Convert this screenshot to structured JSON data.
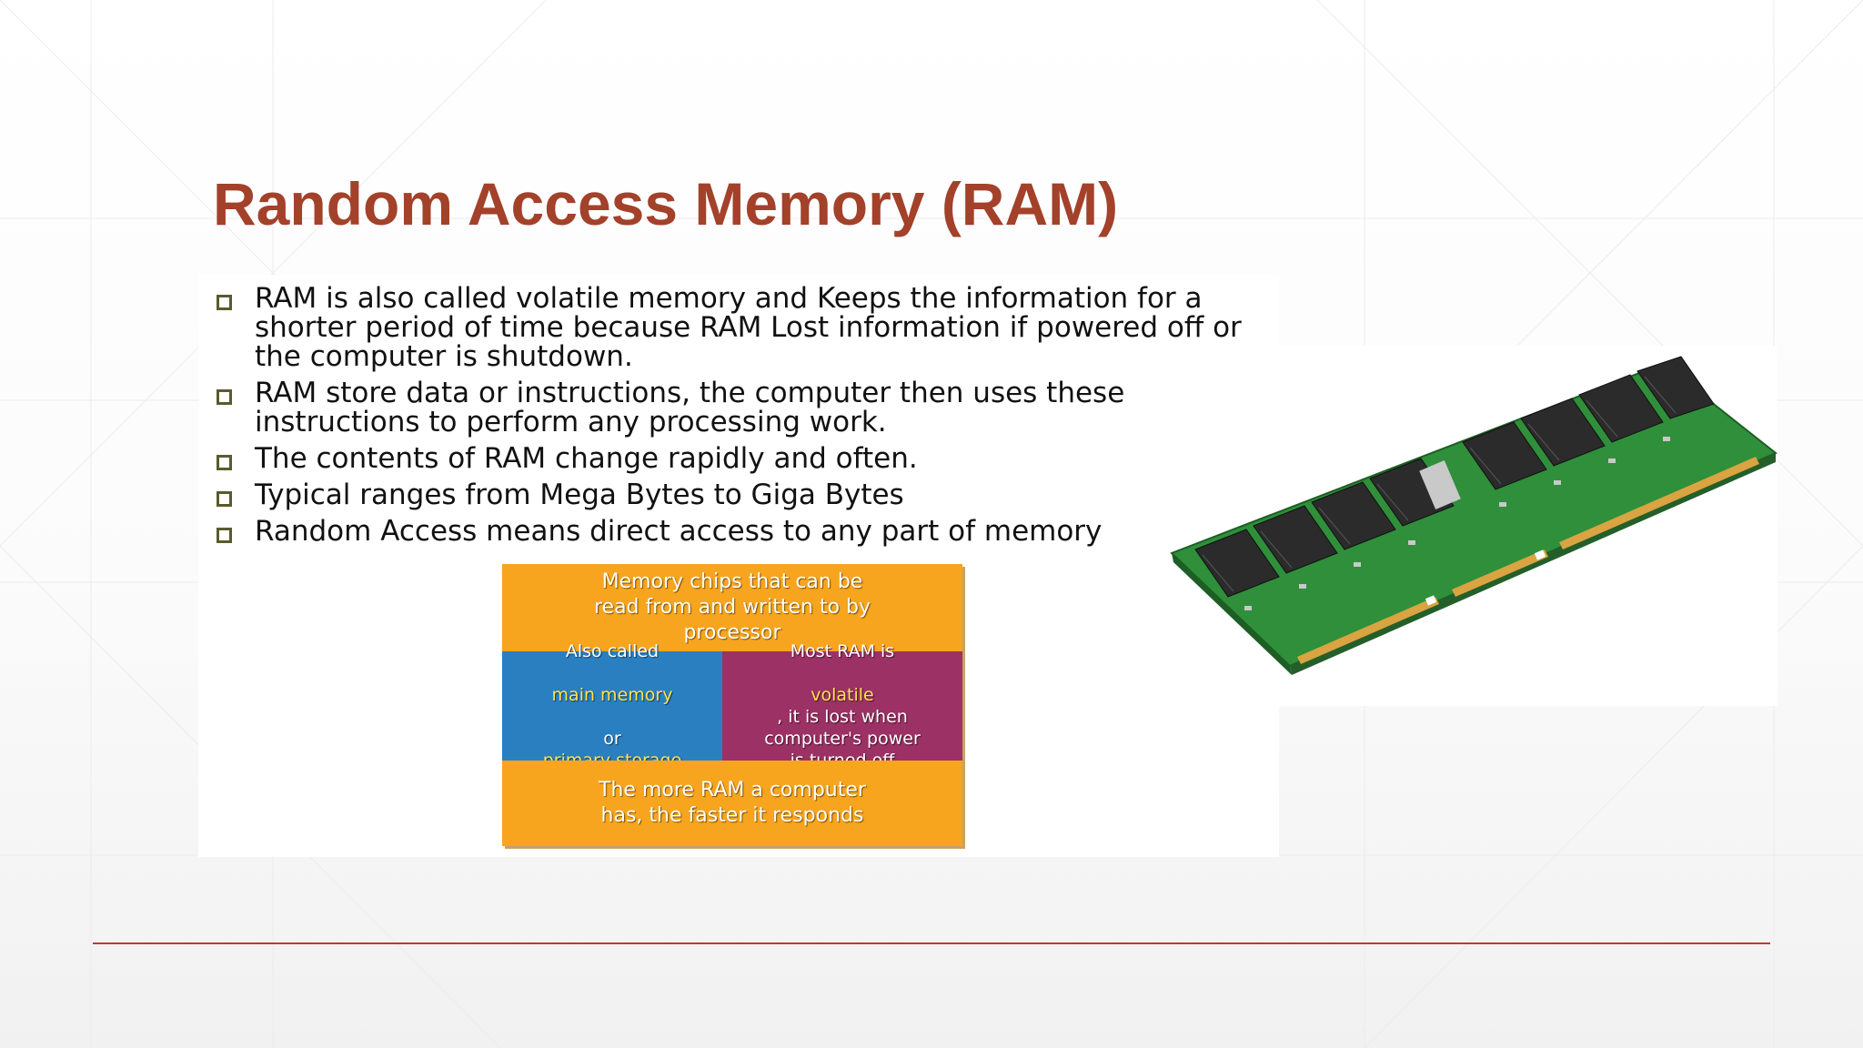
{
  "slide": {
    "title": "Random Access Memory (RAM)",
    "bullets": [
      "RAM is also called volatile memory and Keeps the information for a shorter period of time because RAM Lost information if powered off or the computer is shutdown.",
      "RAM store data or instructions, the computer then uses these instructions to perform any processing work.",
      "The contents of RAM change rapidly and often.",
      "Typical ranges from Mega Bytes to Giga Bytes",
      "Random Access means direct access to any part of memory"
    ]
  },
  "diagram": {
    "top": "Memory chips that can be read from and written to by processor",
    "left": {
      "line1": "Also called",
      "highlight1": "main memory",
      "line2": "or",
      "highlight2": "primary storage"
    },
    "right": {
      "line1": "Most RAM is",
      "highlight": "volatile",
      "line2": ", it is lost when computer's power is turned off"
    },
    "bottom": "The more RAM a computer has, the faster it responds"
  },
  "colors": {
    "title": "#a3412a",
    "accent_line": "#c0392b",
    "diagram_orange": "#f7a51e",
    "diagram_blue": "#2a7fc0",
    "diagram_purple": "#9b3164",
    "highlight_yellow": "#ffe34d"
  },
  "image": {
    "icon": "ram-module-icon"
  }
}
